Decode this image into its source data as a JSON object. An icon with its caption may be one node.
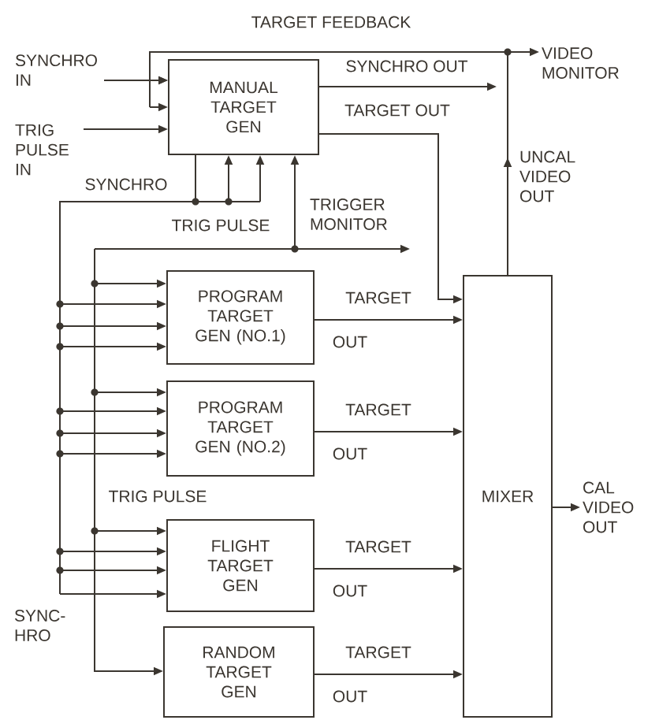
{
  "diagram": {
    "nodes": [
      {
        "text": [
          "MANUAL TARGET GEN"
        ]
      },
      {
        "text": [
          "PROGRAM TARGET GEN (NO.1)"
        ]
      },
      {
        "text": [
          "PROGRAM TARGET GEN (NO.2)"
        ]
      },
      {
        "text": [
          "FLIGHT TARGET GEN"
        ]
      },
      {
        "text": [
          "RANDOM TARGET GEN"
        ]
      },
      {
        "text": [
          "MIXER"
        ]
      },
      {
        "text": [
          "VIDEO MONITOR"
        ]
      },
      {
        "text": [
          "SYNCHRO IN"
        ]
      },
      {
        "text": [
          "TRIG PULSE IN"
        ]
      },
      {
        "text": [
          "TRIGGER MONITOR"
        ]
      },
      {
        "text": [
          "CAL VIDEO OUT"
        ]
      }
    ],
    "edges": [
      {
        "from": 7,
        "to": 0,
        "arrow": "to"
      },
      {
        "from": 8,
        "to": 0,
        "arrow": "to"
      },
      {
        "from": 5,
        "to": 0,
        "arrow": "to",
        "label": "TARGET FEEDBACK"
      },
      {
        "from": 5,
        "to": 6,
        "arrow": "to",
        "label": "UNCAL VIDEO OUT"
      },
      {
        "from": 0,
        "to": null,
        "arrow": "to",
        "label": "SYNCHRO OUT"
      },
      {
        "from": 0,
        "to": 5,
        "arrow": "to",
        "label": "TARGET OUT"
      },
      {
        "from": 0,
        "to": 1,
        "arrow": "to"
      },
      {
        "from": 0,
        "to": 2,
        "arrow": "to"
      },
      {
        "from": 0,
        "to": 3,
        "arrow": "to"
      },
      {
        "from": null,
        "to": 0,
        "arrow": "to"
      },
      {
        "from": null,
        "to": 1,
        "arrow": "to"
      },
      {
        "from": null,
        "to": 2,
        "arrow": "to"
      },
      {
        "from": null,
        "to": 3,
        "arrow": "to"
      },
      {
        "from": null,
        "to": 4,
        "arrow": "to"
      },
      {
        "from": 1,
        "to": 5,
        "arrow": "to"
      },
      {
        "from": 2,
        "to": 5,
        "arrow": "to"
      },
      {
        "from": 3,
        "to": 5,
        "arrow": "to"
      },
      {
        "from": 4,
        "to": 5,
        "arrow": "to"
      },
      {
        "from": 5,
        "to": 10,
        "arrow": "to"
      },
      {
        "from": null,
        "to": 9,
        "arrow": "to"
      }
    ],
    "labels": [
      "SYNCHRO",
      "TRIG PULSE",
      "TARGET",
      "OUT",
      "TARGET",
      "OUT",
      "TRIG PULSE",
      "TARGET",
      "OUT",
      "SYNC-HRO",
      "TARGET",
      "OUT"
    ]
  }
}
